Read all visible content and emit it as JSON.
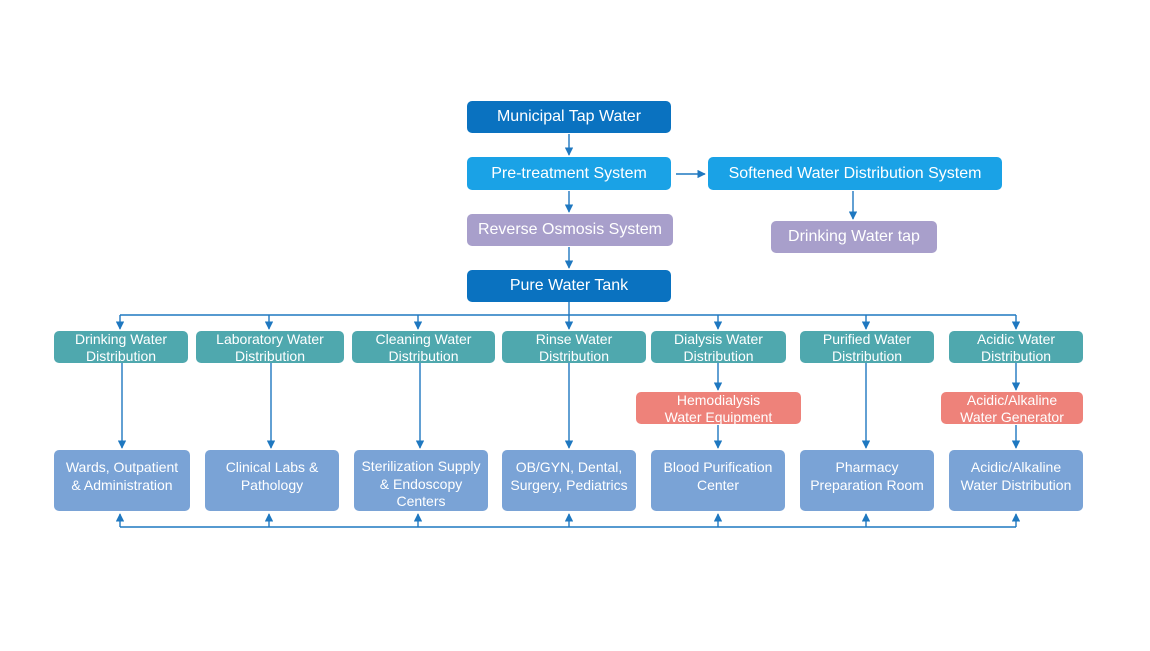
{
  "colors": {
    "dark_blue": "#0a72c0",
    "light_blue": "#1aa2e6",
    "purple": "#a89fcb",
    "teal": "#4fa8ae",
    "salmon": "#ee827a",
    "slate_blue": "#7aa3d6",
    "connector": "#1f78c0"
  },
  "nodes": {
    "municipal_tap_water": "Municipal Tap Water",
    "pretreatment_system": "Pre-treatment System",
    "softened_water_distribution": "Softened Water Distribution System",
    "drinking_water_tap": "Drinking Water tap",
    "reverse_osmosis_system": "Reverse Osmosis System",
    "pure_water_tank": "Pure Water Tank"
  },
  "distributions": [
    {
      "label": "Drinking Water\nDistribution",
      "destination": "Wards, Outpatient\n& Administration"
    },
    {
      "label": "Laboratory Water\nDistribution",
      "destination": "Clinical Labs &\nPathology"
    },
    {
      "label": "Cleaning Water\nDistribution",
      "destination": "Sterilization Supply\n& Endoscopy\nCenters"
    },
    {
      "label": "Rinse Water\nDistribution",
      "destination": "OB/GYN, Dental,\nSurgery, Pediatrics"
    },
    {
      "label": "Dialysis Water\nDistribution",
      "equipment": "Hemodialysis\nWater Equipment",
      "destination": "Blood Purification\nCenter"
    },
    {
      "label": "Purified Water\nDistribution",
      "destination": "Pharmacy\nPreparation Room"
    },
    {
      "label": "Acidic Water\nDistribution",
      "equipment": "Acidic/Alkaline\nWater Generator",
      "destination": "Acidic/Alkaline\nWater Distribution"
    }
  ]
}
